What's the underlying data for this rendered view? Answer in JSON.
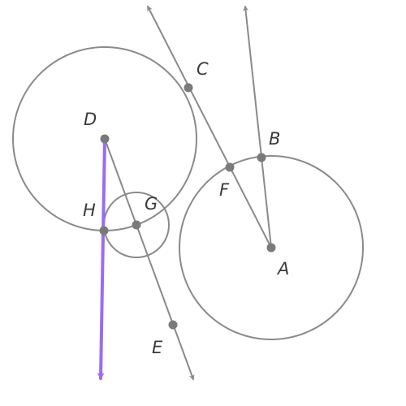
{
  "colors": {
    "stroke": "#8a8a8a",
    "point": "#7a7a7a",
    "highlight": "#9b6cf0",
    "label": "#3a3a3a"
  },
  "labels": {
    "A": "A",
    "B": "B",
    "C": "C",
    "D": "D",
    "E": "E",
    "F": "F",
    "G": "G",
    "H": "H"
  }
}
